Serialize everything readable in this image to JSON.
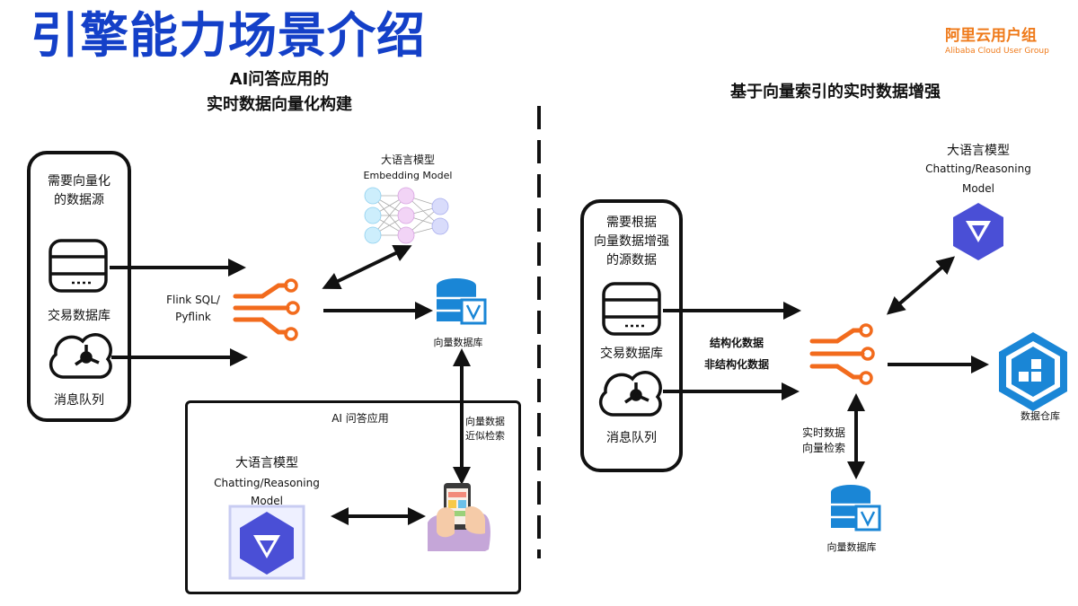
{
  "title": "引擎能力场景介绍",
  "brand": {
    "name": "阿里云用户组",
    "sub": "Alibaba Cloud User Group"
  },
  "left": {
    "heading_line1": "AI问答应用的",
    "heading_line2": "实时数据向量化构建",
    "source_box": {
      "title_line1": "需要向量化",
      "title_line2": "的数据源",
      "db_label": "交易数据库",
      "mq_label": "消息队列"
    },
    "flink_line1": "Flink SQL/",
    "flink_line2": "Pyflink",
    "llm_embed": {
      "title": "大语言模型",
      "sub": "Embedding Model"
    },
    "vector_db": "向量数据库",
    "search_line1": "向量数据",
    "search_line2": "近似检索",
    "qa_box": {
      "title": "AI 问答应用",
      "llm_title": "大语言模型",
      "llm_sub1": "Chatting/Reasoning",
      "llm_sub2": "Model"
    }
  },
  "right": {
    "heading": "基于向量索引的实时数据增强",
    "source_box": {
      "title_line1": "需要根据",
      "title_line2": "向量数据增强",
      "title_line3": "的源数据",
      "db_label": "交易数据库",
      "mq_label": "消息队列"
    },
    "structured": "结构化数据",
    "unstructured": "非结构化数据",
    "llm": {
      "title": "大语言模型",
      "sub1": "Chatting/Reasoning",
      "sub2": "Model"
    },
    "warehouse": "数据仓库",
    "retrieval_line1": "实时数据",
    "retrieval_line2": "向量检索",
    "vector_db": "向量数据库"
  },
  "colors": {
    "title": "#1440c8",
    "brand": "#ef7a1a",
    "flink": "#f26b1d",
    "vector_db": "#1a86d6",
    "qwen": "#4a4fd6"
  }
}
